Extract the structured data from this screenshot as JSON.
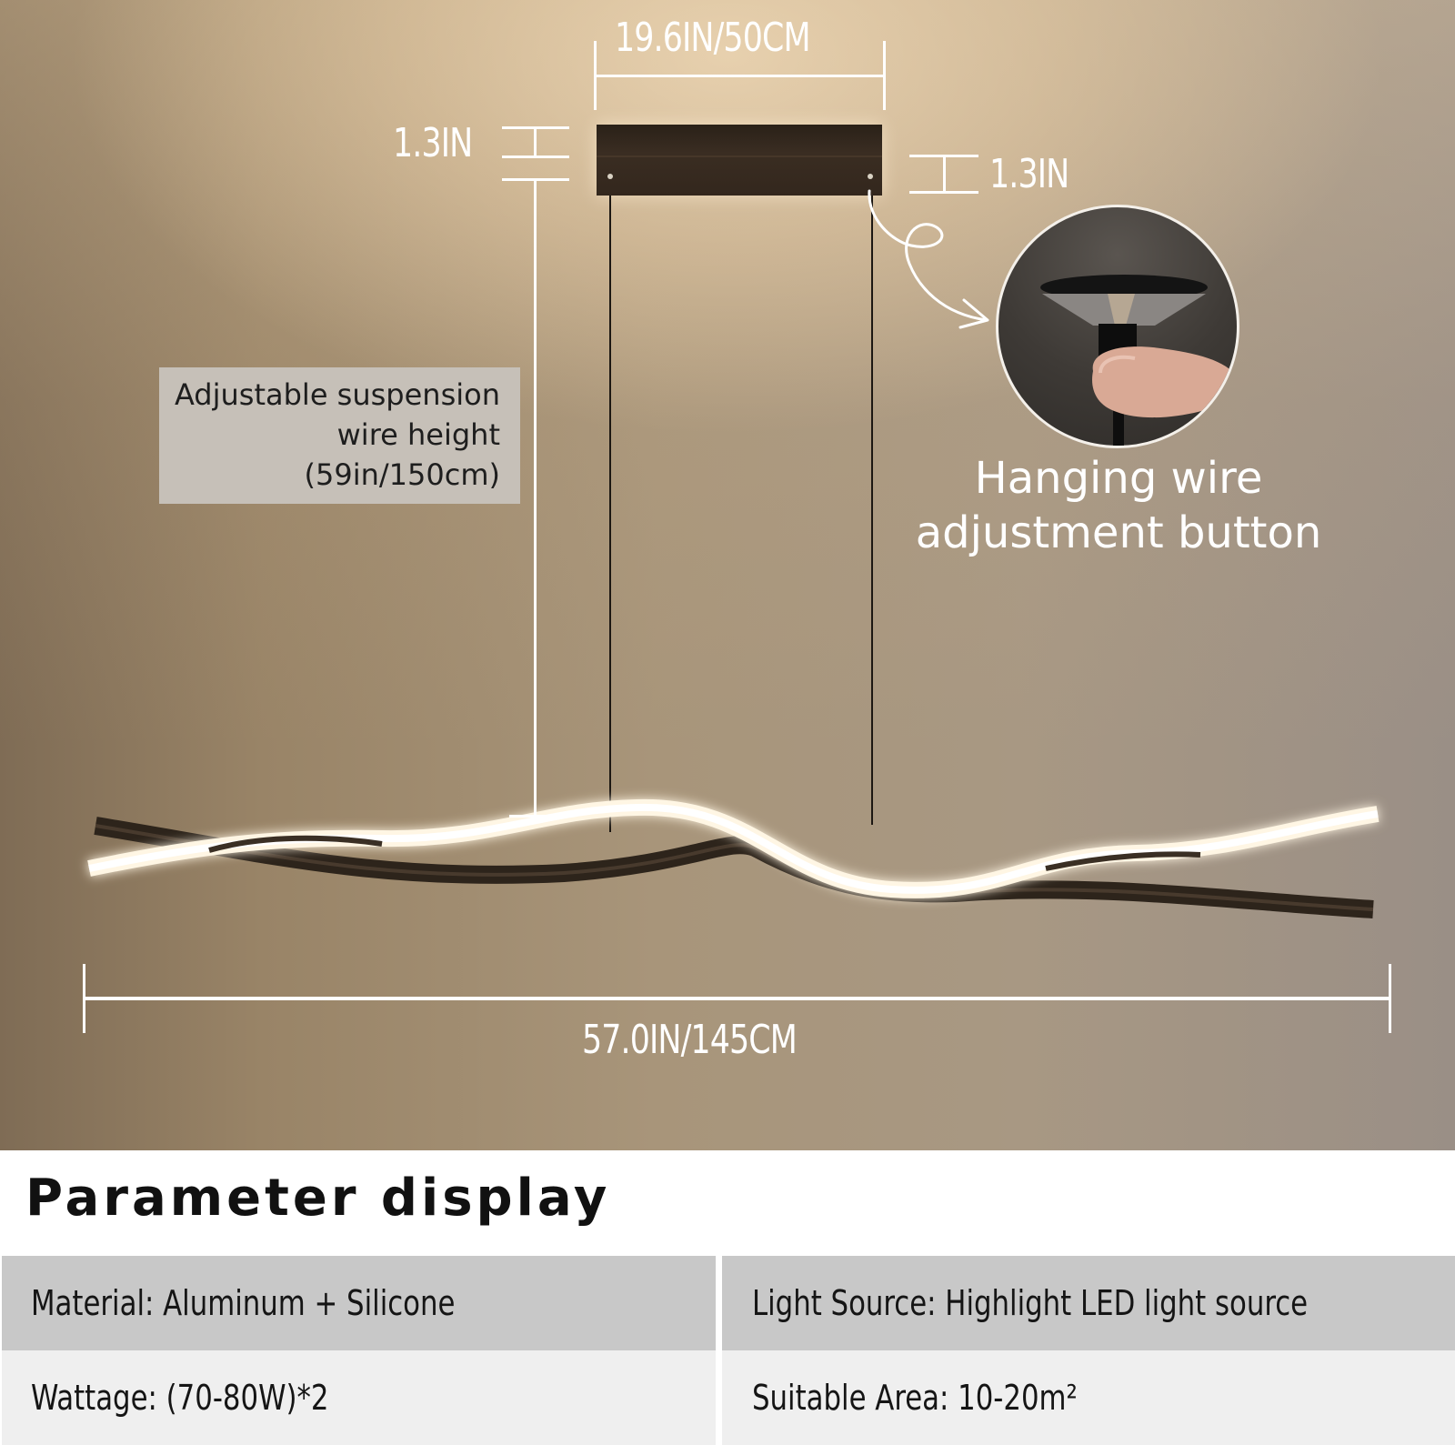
{
  "dimensions": {
    "canopy_width": "19.6IN/50CM",
    "canopy_height_left": "1.3IN",
    "canopy_height_right": "1.3IN",
    "overall_length": "57.0IN/145CM"
  },
  "suspension_note": {
    "line1": "Adjustable suspension",
    "line2": "wire height",
    "line3": "(59in/150cm)"
  },
  "detail_callout": {
    "line1": "Hanging wire",
    "line2": "adjustment button"
  },
  "parameters": {
    "title": "Parameter display",
    "rows": [
      {
        "left": "Material: Aluminum + Silicone",
        "right": "Light Source: Highlight LED light source"
      },
      {
        "left": "Wattage: (70-80W)*2",
        "right": "Suitable Area: 10-20m²"
      }
    ]
  },
  "colors": {
    "background_warm": "#d8c09c",
    "background_dark": "#7f6c55",
    "fixture_black": "#2a2118",
    "led_glow": "#fff8ea",
    "table_dark_row": "#c8c8c8",
    "table_light_row": "#efefef",
    "note_box": "#c6c0b8"
  }
}
